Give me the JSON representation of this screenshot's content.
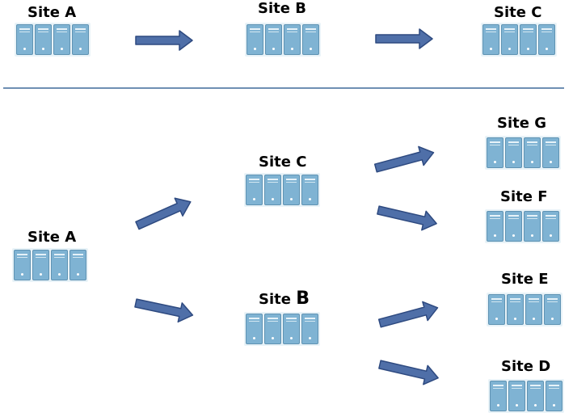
{
  "top_row": {
    "site_a": "Site A",
    "site_b": "Site B",
    "site_c": "Site C"
  },
  "bottom_tree": {
    "site_a": "Site A",
    "site_c": "Site C",
    "site_b_prefix": "Site",
    "site_b_letter": "B",
    "site_g": "Site G",
    "site_f": "Site F",
    "site_e": "Site E",
    "site_d": "Site D"
  },
  "colors": {
    "arrow_fill": "#4f6fa8",
    "arrow_stroke": "#2e4a80",
    "server_fill": "#7fb3d3",
    "divider": "#6f8fb3"
  },
  "icons": {
    "server_group": "server-rack-icon",
    "arrow": "right-arrow-icon"
  }
}
